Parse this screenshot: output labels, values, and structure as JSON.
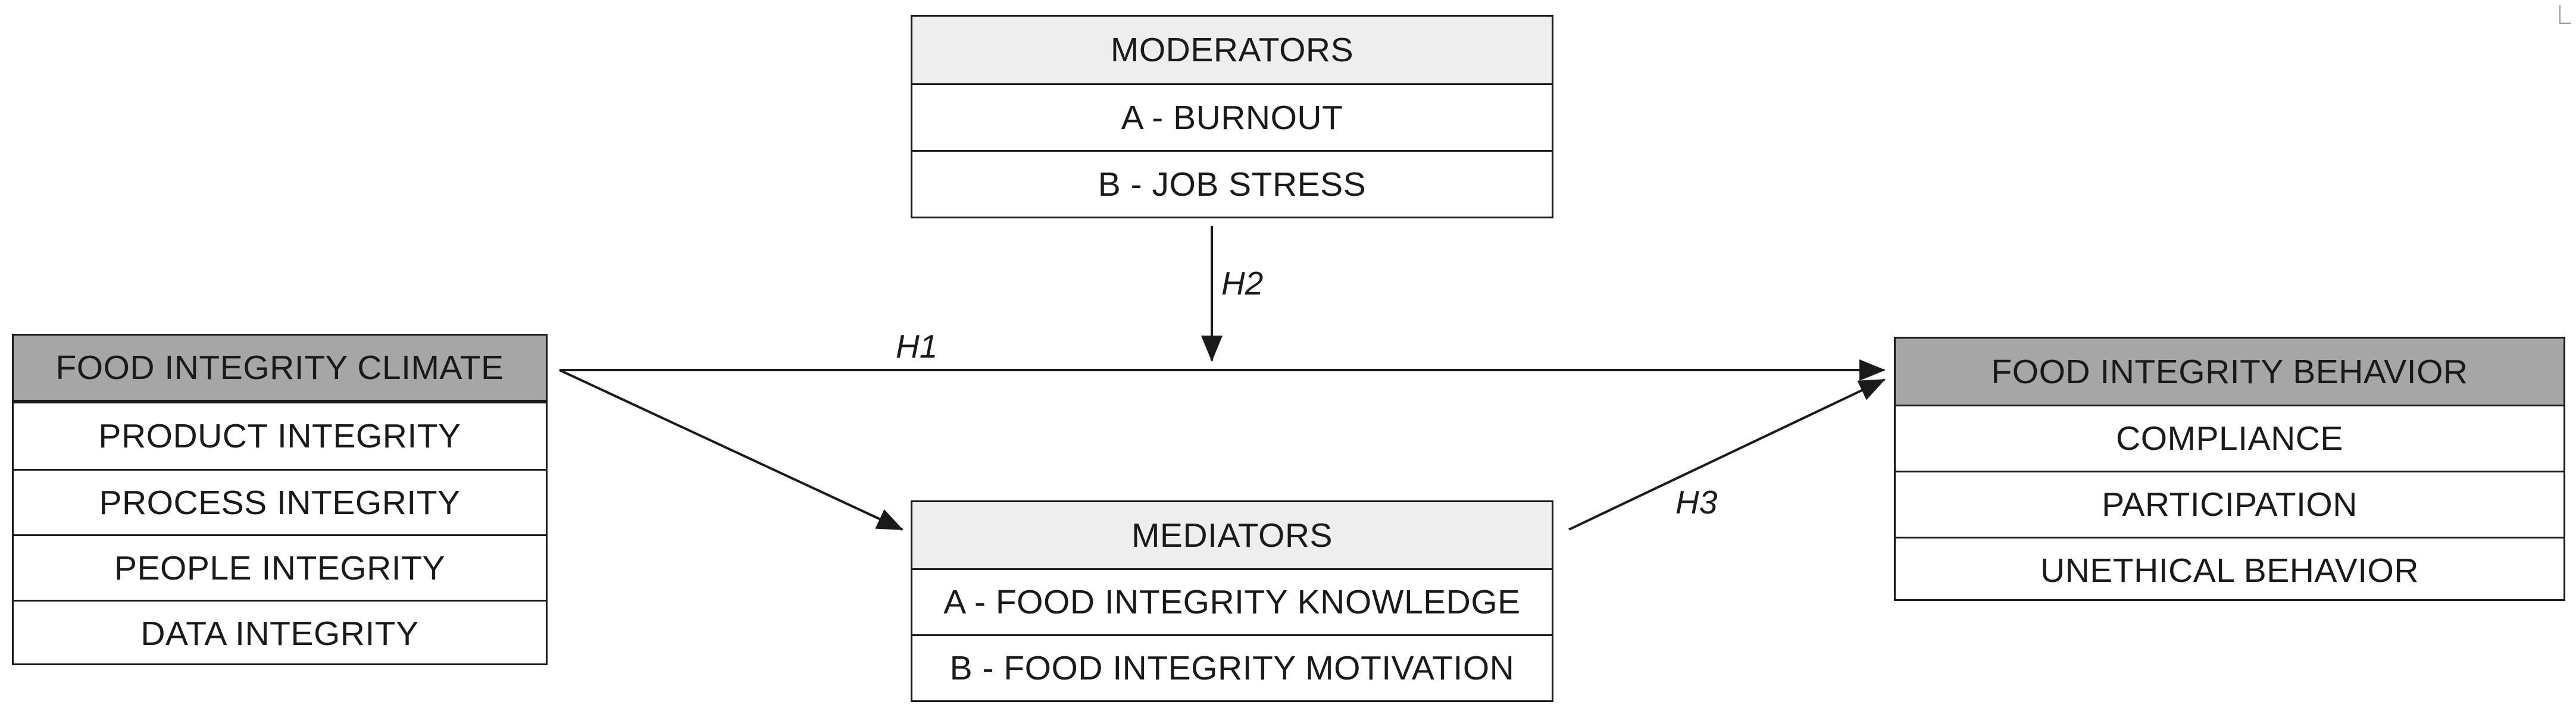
{
  "moderators": {
    "title": "MODERATORS",
    "items": [
      "A - BURNOUT",
      "B - JOB STRESS"
    ]
  },
  "climate": {
    "title": "FOOD INTEGRITY CLIMATE",
    "items": [
      "PRODUCT INTEGRITY",
      "PROCESS INTEGRITY",
      "PEOPLE INTEGRITY",
      "DATA INTEGRITY"
    ]
  },
  "mediators": {
    "title": "MEDIATORS",
    "items": [
      "A - FOOD INTEGRITY KNOWLEDGE",
      "B - FOOD INTEGRITY MOTIVATION"
    ]
  },
  "behavior": {
    "title": "FOOD INTEGRITY BEHAVIOR",
    "items": [
      "COMPLIANCE",
      "PARTICIPATION",
      "UNETHICAL BEHAVIOR"
    ]
  },
  "hypotheses": {
    "h1": "H1",
    "h2": "H2",
    "h3": "H3"
  },
  "colors": {
    "header_dark": "#a6a6a6",
    "header_light": "#eeeeee",
    "line": "#1a1a1a"
  }
}
